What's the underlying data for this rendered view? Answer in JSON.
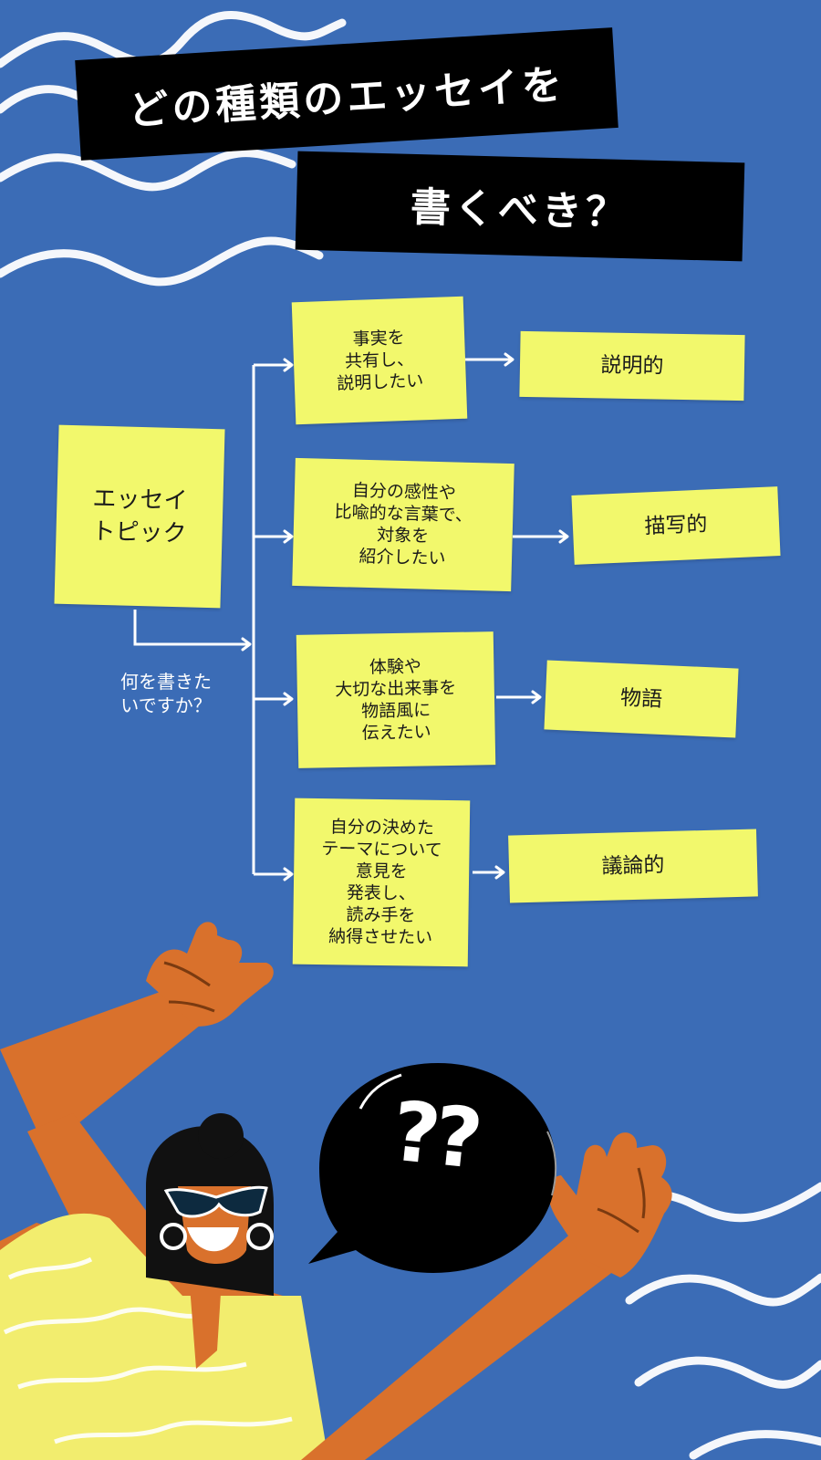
{
  "title": {
    "line1": "どの種類のエッセイを",
    "line2": "書くべき？"
  },
  "topic": {
    "label": "エッセイ\nトピック"
  },
  "question": "何を書きた\nいですか？",
  "branches": [
    {
      "purpose": "事実を\n共有し、\n説明したい",
      "type": "説明的"
    },
    {
      "purpose": "自分の感性や\n比喩的な言葉で、\n対象を\n紹介したい",
      "type": "描写的"
    },
    {
      "purpose": "体験や\n大切な出来事を\n物語風に\n伝えたい",
      "type": "物語"
    },
    {
      "purpose": "自分の決めた\nテーマについて\n意見を\n発表し、\n読み手を\n納得させたい",
      "type": "議論的"
    }
  ],
  "speech_bubble": "??",
  "colors": {
    "background": "#3b6cb6",
    "note": "#f2f86c",
    "banner": "#000000",
    "skin": "#d9712c",
    "shirt": "#f2ed6e",
    "line": "#ffffff"
  }
}
